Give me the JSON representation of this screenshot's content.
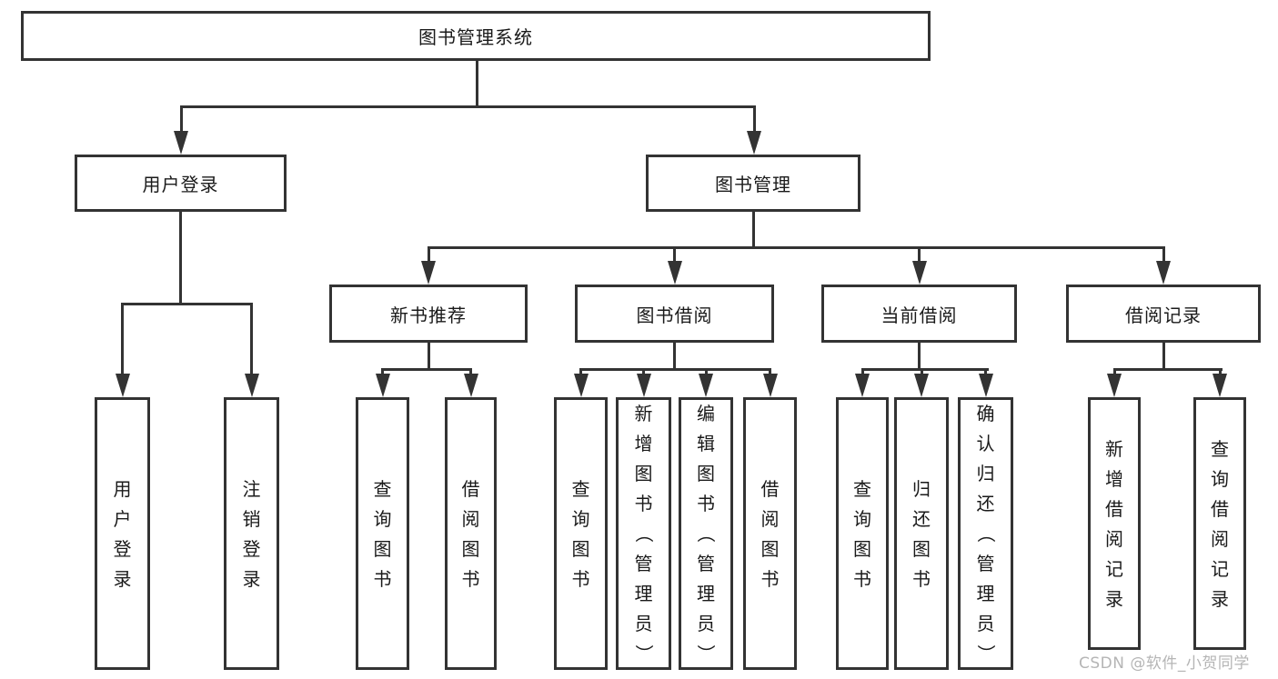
{
  "root": {
    "label": "图书管理系统"
  },
  "level2": [
    {
      "label": "用户登录"
    },
    {
      "label": "图书管理"
    }
  ],
  "level3": [
    {
      "label": "新书推荐"
    },
    {
      "label": "图书借阅"
    },
    {
      "label": "当前借阅"
    },
    {
      "label": "借阅记录"
    }
  ],
  "leaves": [
    {
      "label": "用户登录"
    },
    {
      "label": "注销登录"
    },
    {
      "label": "查询图书"
    },
    {
      "label": "借阅图书"
    },
    {
      "label": "查询图书"
    },
    {
      "label": "新增图书（管理员）"
    },
    {
      "label": "编辑图书（管理员）"
    },
    {
      "label": "借阅图书"
    },
    {
      "label": "查询图书"
    },
    {
      "label": "归还图书"
    },
    {
      "label": "确认归还（管理员）"
    },
    {
      "label": "新增借阅记录"
    },
    {
      "label": "查询借阅记录"
    }
  ],
  "watermark": "CSDN @软件_小贺同学",
  "colors": {
    "line": "#333333",
    "text": "#1a1a1a",
    "background": "#ffffff",
    "watermark": "#b5b5b5"
  }
}
